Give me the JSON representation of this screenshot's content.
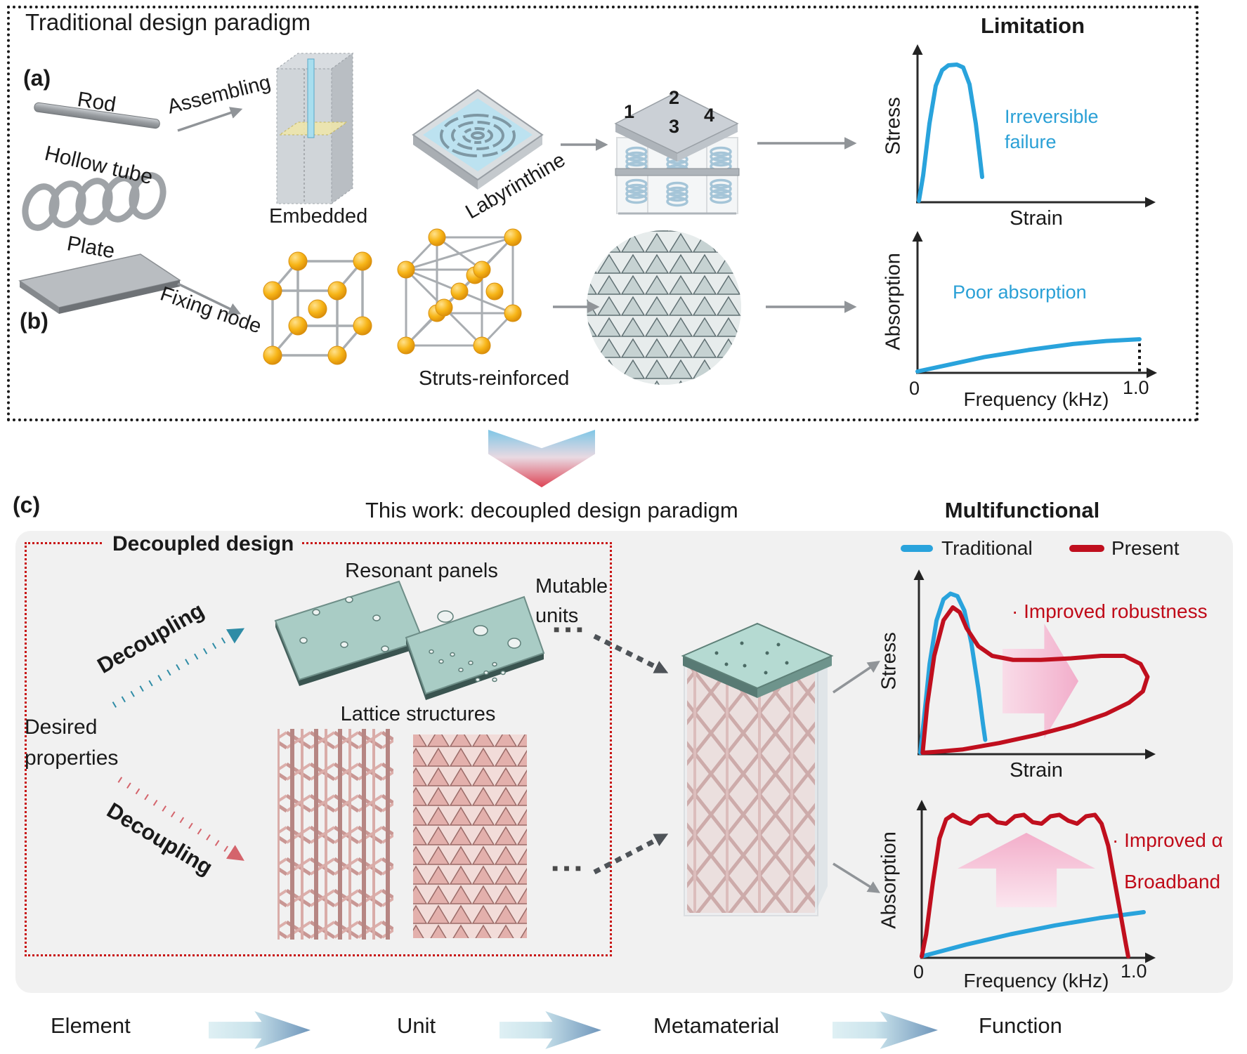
{
  "colors": {
    "accent_blue": "#29A3DC",
    "accent_red": "#C00F1E",
    "text_blue": "#2AA0D6",
    "text_red": "#C00A18",
    "panel_teal": "#A9CCC5",
    "lattice_pink": "#D89B96",
    "node_gold": "#F7B517"
  },
  "top_panel": {
    "title": "Traditional design paradigm",
    "limitation_title": "Limitation",
    "a": {
      "label": "(a)",
      "rod": "Rod",
      "hollow_tube": "Hollow tube",
      "assembling": "Assembling",
      "embedded": "Embedded",
      "labyrinthine": "Labyrinthine",
      "unit_numbers": [
        "1",
        "2",
        "3",
        "4"
      ]
    },
    "b": {
      "label": "(b)",
      "plate": "Plate",
      "fixing_node": "Fixing node",
      "struts_reinforced": "Struts-reinforced"
    }
  },
  "bottom_panel": {
    "label": "(c)",
    "title": "This work: decoupled design paradigm",
    "multifunctional_title": "Multifunctional",
    "decoupled_design": "Decoupled design",
    "decoupling_top": "Decoupling",
    "decoupling_bottom": "Decoupling",
    "desired_line1": "Desired",
    "desired_line2": "properties",
    "resonant_panels": "Resonant panels",
    "lattice_structures": "Lattice structures",
    "mutable_line1": "Mutable",
    "mutable_line2": "units",
    "ellipsis": "■ ■ ■"
  },
  "legend": {
    "traditional": "Traditional",
    "present": "Present"
  },
  "flow": {
    "element": "Element",
    "unit": "Unit",
    "metamaterial": "Metamaterial",
    "function": "Function"
  },
  "chart_data": [
    {
      "id": "stress-strain-traditional",
      "type": "line",
      "title": "Limitation",
      "xlabel": "Strain",
      "ylabel": "Stress",
      "xlim": [
        0,
        1
      ],
      "ylim": [
        0,
        1
      ],
      "normalized": true,
      "grid": false,
      "annotations": [
        "Irreversible failure"
      ],
      "series": [
        {
          "name": "Traditional",
          "color": "#29A3DC",
          "points": [
            [
              0,
              0
            ],
            [
              0.02,
              0.18
            ],
            [
              0.05,
              0.55
            ],
            [
              0.08,
              0.82
            ],
            [
              0.11,
              0.93
            ],
            [
              0.14,
              0.965
            ],
            [
              0.18,
              0.97
            ],
            [
              0.21,
              0.95
            ],
            [
              0.24,
              0.83
            ],
            [
              0.27,
              0.55
            ],
            [
              0.29,
              0.3
            ],
            [
              0.3,
              0.17
            ]
          ]
        }
      ]
    },
    {
      "id": "absorption-frequency-traditional",
      "type": "line",
      "title": "",
      "xlabel": "Frequency (kHz)",
      "ylabel": "Absorption",
      "xticks": [
        "0",
        "1.0"
      ],
      "xlim": [
        0,
        1
      ],
      "ylim": [
        0,
        1
      ],
      "normalized": true,
      "grid": false,
      "annotations": [
        "Poor absorption"
      ],
      "cutoff_x": 1.0,
      "series": [
        {
          "name": "Traditional",
          "color": "#29A3DC",
          "points": [
            [
              0,
              0
            ],
            [
              0.15,
              0.06
            ],
            [
              0.3,
              0.12
            ],
            [
              0.5,
              0.18
            ],
            [
              0.7,
              0.23
            ],
            [
              0.85,
              0.255
            ],
            [
              1.0,
              0.27
            ]
          ]
        }
      ]
    },
    {
      "id": "stress-strain-multifunctional",
      "type": "line",
      "title": "Multifunctional",
      "xlabel": "Strain",
      "ylabel": "Stress",
      "xlim": [
        0,
        1
      ],
      "ylim": [
        0,
        1
      ],
      "normalized": true,
      "grid": false,
      "legend_position": "top",
      "annotations": [
        "· Improved robustness"
      ],
      "series": [
        {
          "name": "Traditional",
          "color": "#29A3DC",
          "points": [
            [
              0,
              0
            ],
            [
              0.015,
              0.2
            ],
            [
              0.04,
              0.55
            ],
            [
              0.07,
              0.82
            ],
            [
              0.1,
              0.95
            ],
            [
              0.13,
              0.985
            ],
            [
              0.16,
              0.97
            ],
            [
              0.19,
              0.88
            ],
            [
              0.22,
              0.68
            ],
            [
              0.25,
              0.4
            ],
            [
              0.27,
              0.18
            ],
            [
              0.28,
              0.08
            ]
          ]
        },
        {
          "name": "Present",
          "color": "#C00F1E",
          "points": [
            [
              0.01,
              0
            ],
            [
              0.03,
              0.3
            ],
            [
              0.06,
              0.6
            ],
            [
              0.1,
              0.82
            ],
            [
              0.14,
              0.9
            ],
            [
              0.17,
              0.87
            ],
            [
              0.2,
              0.77
            ],
            [
              0.25,
              0.66
            ],
            [
              0.31,
              0.6
            ],
            [
              0.4,
              0.575
            ],
            [
              0.52,
              0.575
            ],
            [
              0.65,
              0.585
            ],
            [
              0.78,
              0.6
            ],
            [
              0.88,
              0.6
            ],
            [
              0.95,
              0.55
            ],
            [
              0.98,
              0.47
            ],
            [
              0.96,
              0.38
            ],
            [
              0.9,
              0.31
            ],
            [
              0.8,
              0.24
            ],
            [
              0.66,
              0.17
            ],
            [
              0.5,
              0.11
            ],
            [
              0.34,
              0.06
            ],
            [
              0.18,
              0.02
            ],
            [
              0.06,
              0.005
            ],
            [
              0.01,
              0
            ]
          ]
        }
      ]
    },
    {
      "id": "absorption-frequency-multifunctional",
      "type": "line",
      "title": "",
      "xlabel": "Frequency (kHz)",
      "ylabel": "Absorption",
      "xticks": [
        "0",
        "1.0"
      ],
      "xlim": [
        0,
        1
      ],
      "ylim": [
        0,
        1
      ],
      "normalized": true,
      "grid": false,
      "annotations": [
        "· Improved α",
        "· Broadband"
      ],
      "series": [
        {
          "name": "Present",
          "color": "#C00F1E",
          "points": [
            [
              0,
              0
            ],
            [
              0.02,
              0.15
            ],
            [
              0.05,
              0.5
            ],
            [
              0.08,
              0.8
            ],
            [
              0.11,
              0.93
            ],
            [
              0.14,
              0.96
            ],
            [
              0.18,
              0.92
            ],
            [
              0.22,
              0.9
            ],
            [
              0.26,
              0.95
            ],
            [
              0.3,
              0.96
            ],
            [
              0.34,
              0.91
            ],
            [
              0.38,
              0.9
            ],
            [
              0.42,
              0.95
            ],
            [
              0.46,
              0.96
            ],
            [
              0.5,
              0.91
            ],
            [
              0.54,
              0.9
            ],
            [
              0.58,
              0.95
            ],
            [
              0.62,
              0.96
            ],
            [
              0.66,
              0.92
            ],
            [
              0.7,
              0.9
            ],
            [
              0.74,
              0.95
            ],
            [
              0.78,
              0.96
            ],
            [
              0.81,
              0.9
            ],
            [
              0.84,
              0.75
            ],
            [
              0.87,
              0.5
            ],
            [
              0.9,
              0.25
            ],
            [
              0.92,
              0.08
            ],
            [
              0.93,
              0
            ]
          ]
        },
        {
          "name": "Traditional",
          "color": "#29A3DC",
          "points": [
            [
              0,
              0
            ],
            [
              0.2,
              0.08
            ],
            [
              0.4,
              0.15
            ],
            [
              0.6,
              0.21
            ],
            [
              0.8,
              0.26
            ],
            [
              1.0,
              0.3
            ]
          ]
        }
      ]
    }
  ]
}
